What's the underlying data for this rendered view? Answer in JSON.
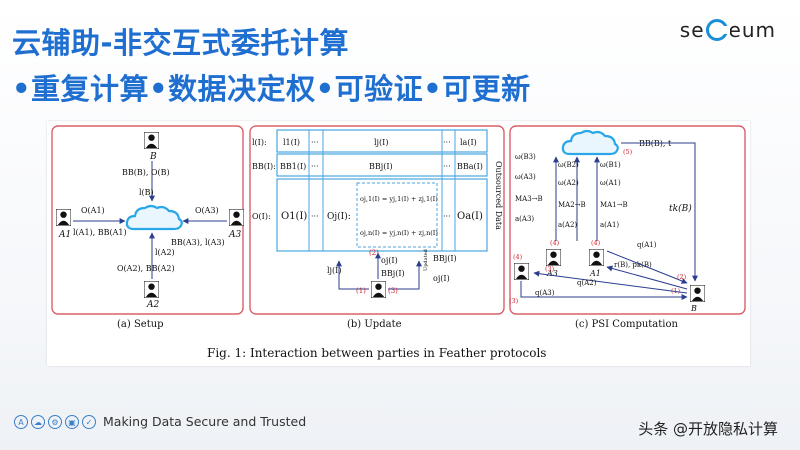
{
  "slide": {
    "title_line1": "云辅助-非交互式委托计算",
    "title_line2": "•重复计算•数据决定权•可验证•可更新",
    "logo_left": "se",
    "logo_right": "eum"
  },
  "figure": {
    "caption": "Fig. 1: Interaction between parties in Feather protocols",
    "panel_a": {
      "label": "(a) Setup",
      "party_top": "B",
      "party_left": "A1",
      "party_right": "A3",
      "party_bottom": "A2",
      "edge_top_up": "BB(B), O(B)",
      "edge_top_down": "l(B)",
      "edge_left_up": "O(A1)",
      "edge_left_down": "l(A1), BB(A1)",
      "edge_right_up": "O(A3)",
      "edge_right_down": "BB(A3), l(A3)",
      "edge_bottom_up": "l(A2)",
      "edge_bottom_down": "O(A2), BB(A2)"
    },
    "panel_b": {
      "label": "(b) Update",
      "side_label": "Outsourced Data",
      "row_l_head": "l(I):",
      "row_bb_head": "BB(I):",
      "row_o_head": "O(I):",
      "cell_l_first": "l1(I)",
      "cell_l_mid": "lj(I)",
      "cell_l_last": "la(I)",
      "cell_bb_first": "BB1(I)",
      "cell_bb_mid": "BBj(I)",
      "cell_bb_last": "BBa(I)",
      "cell_o_first": "O1(I)",
      "cell_o_mid": "Oj(I):",
      "cell_o_last": "Oa(I)",
      "formula_1": "oj,1(I) = yj,1(I) + zj,1(I)",
      "formula_n": "oj,n(I) = yj,n(I) + zj,n(I)",
      "ellipsis": "···",
      "arrow_oj": "oj(I)",
      "arrow_bbj": "BBj(I)",
      "arrow_lj": "lj(I)",
      "updated_label": "Updated",
      "updated_bb": "BBj(I)",
      "updated_o": "oj(I)",
      "step_1": "(1)",
      "step_2": "(2)",
      "step_3": "(3)"
    },
    "panel_c": {
      "label": "(c) PSI Computation",
      "party_a3": "A3",
      "party_a1": "A1",
      "party_b": "B",
      "edge_top": "BB(B), t",
      "tk": "tk(B)",
      "omega_b3": "ω(B3)",
      "omega_a3": "ω(A3)",
      "m_a3b": "MA3→B",
      "a_a3": "a(A3)",
      "omega_b2": "ω(B2)",
      "omega_a2": "ω(A2)",
      "m_a2b": "MA2→B",
      "a_a2": "a(A2)",
      "omega_b1": "ω(B1)",
      "omega_a1": "ω(A1)",
      "m_a1b": "MA1→B",
      "a_a1": "a(A1)",
      "q_a1": "q(A1)",
      "r_b": "r(B), pk(B)",
      "q_a2": "q(A2)",
      "q_a3": "q(A3)",
      "step_1": "(1)",
      "step_2": "(2)",
      "step_3": "(3)",
      "step_4": "(4)",
      "step_5": "(5)"
    }
  },
  "footer": {
    "icons": [
      "ai-icon",
      "cloud-shield-icon",
      "gear-icon",
      "lock-icon",
      "check-shield-icon"
    ],
    "text": "Making Data Secure and Trusted"
  },
  "watermark": {
    "text": "头条 @开放隐私计算"
  },
  "colors": {
    "title": "#1f6fd1",
    "panel_border": "#d9616a",
    "arrow": "#2c3e8f",
    "cloud": "#2aa7e8",
    "table": "#4aa6e0",
    "step": "#d0242c"
  }
}
